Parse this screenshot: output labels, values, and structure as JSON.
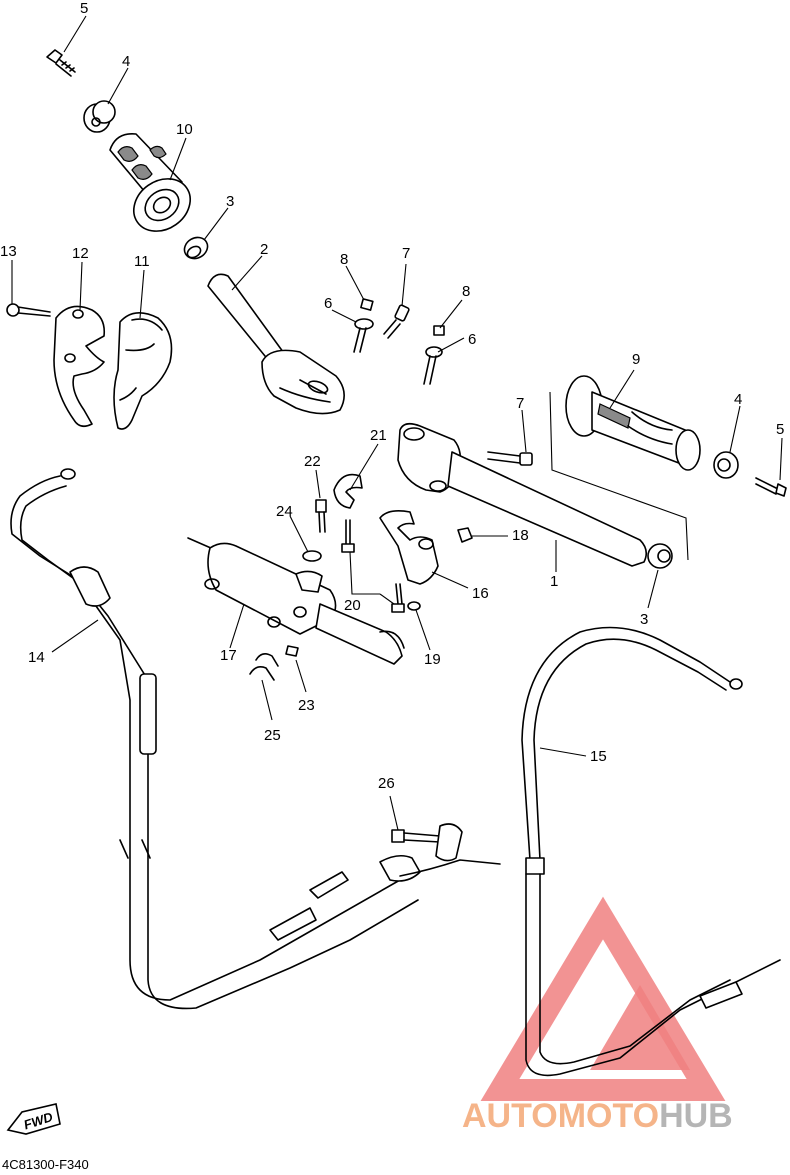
{
  "diagram": {
    "drawing_code": "4C81300-F340",
    "direction_marker": "FWD",
    "watermark": {
      "part1": "AUTOMOTO",
      "part2": "HUB",
      "colors": {
        "part1": "#f5b489",
        "part2": "#b5b5b5",
        "triangle": "#f08080"
      }
    },
    "callouts": [
      "5",
      "4",
      "10",
      "3",
      "2",
      "8",
      "7",
      "6",
      "8",
      "6",
      "13",
      "12",
      "11",
      "9",
      "4",
      "5",
      "7",
      "21",
      "22",
      "24",
      "18",
      "1",
      "16",
      "20",
      "17",
      "19",
      "3",
      "23",
      "25",
      "14",
      "15",
      "26"
    ]
  }
}
